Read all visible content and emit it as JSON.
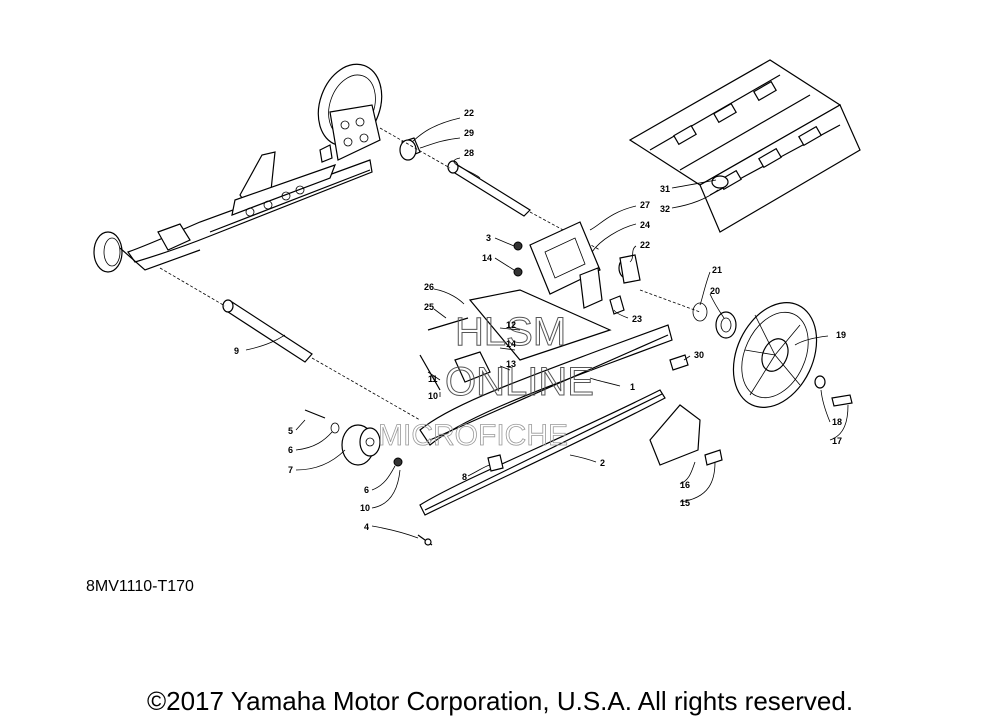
{
  "diagram_id": "8MV1110-T170",
  "copyright": "©2017 Yamaha Motor Corporation, U.S.A. All rights reserved.",
  "watermark": {
    "line1": "HLSM",
    "line2": "ONLINE",
    "line3": "MICROFICHE"
  },
  "callouts": [
    {
      "id": "c22a",
      "label": "22"
    },
    {
      "id": "c29",
      "label": "29"
    },
    {
      "id": "c28",
      "label": "28"
    },
    {
      "id": "c27",
      "label": "27"
    },
    {
      "id": "c24",
      "label": "24"
    },
    {
      "id": "c22b",
      "label": "22"
    },
    {
      "id": "c3",
      "label": "3"
    },
    {
      "id": "c14a",
      "label": "14"
    },
    {
      "id": "c21",
      "label": "21"
    },
    {
      "id": "c20",
      "label": "20"
    },
    {
      "id": "c31",
      "label": "31"
    },
    {
      "id": "c32",
      "label": "32"
    },
    {
      "id": "c26",
      "label": "26"
    },
    {
      "id": "c25",
      "label": "25"
    },
    {
      "id": "c23",
      "label": "23"
    },
    {
      "id": "c12",
      "label": "12"
    },
    {
      "id": "c14b",
      "label": "14"
    },
    {
      "id": "c13",
      "label": "13"
    },
    {
      "id": "c30",
      "label": "30"
    },
    {
      "id": "c19",
      "label": "19"
    },
    {
      "id": "c9",
      "label": "9"
    },
    {
      "id": "c11",
      "label": "11"
    },
    {
      "id": "c10a",
      "label": "10"
    },
    {
      "id": "c1",
      "label": "1"
    },
    {
      "id": "c5",
      "label": "5"
    },
    {
      "id": "c6a",
      "label": "6"
    },
    {
      "id": "c7",
      "label": "7"
    },
    {
      "id": "c8",
      "label": "8"
    },
    {
      "id": "c2",
      "label": "2"
    },
    {
      "id": "c18",
      "label": "18"
    },
    {
      "id": "c17",
      "label": "17"
    },
    {
      "id": "c6b",
      "label": "6"
    },
    {
      "id": "c10b",
      "label": "10"
    },
    {
      "id": "c16",
      "label": "16"
    },
    {
      "id": "c15",
      "label": "15"
    },
    {
      "id": "c4",
      "label": "4"
    }
  ]
}
